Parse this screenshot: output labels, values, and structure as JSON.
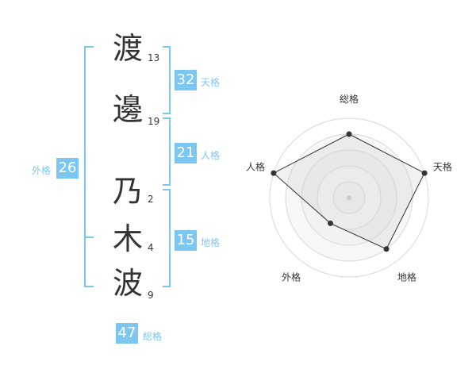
{
  "characters": [
    {
      "char": "渡",
      "strokes": "13"
    },
    {
      "char": "邊",
      "strokes": "19"
    },
    {
      "char": "乃",
      "strokes": "2"
    },
    {
      "char": "木",
      "strokes": "4"
    },
    {
      "char": "波",
      "strokes": "9"
    }
  ],
  "scores": {
    "tenkaku": {
      "value": "32",
      "label": "天格"
    },
    "jinkaku": {
      "value": "21",
      "label": "人格"
    },
    "chikaku": {
      "value": "15",
      "label": "地格"
    },
    "gaikaku": {
      "value": "26",
      "label": "外格"
    },
    "soukaku": {
      "value": "47",
      "label": "総格"
    }
  },
  "colors": {
    "accent": "#7cc7f2",
    "text": "#333333"
  },
  "chart_data": {
    "type": "radar",
    "axes": [
      "総格",
      "天格",
      "地格",
      "外格",
      "人格"
    ],
    "values": [
      4,
      5,
      4,
      2,
      5
    ],
    "max": 5,
    "rings": 5
  }
}
